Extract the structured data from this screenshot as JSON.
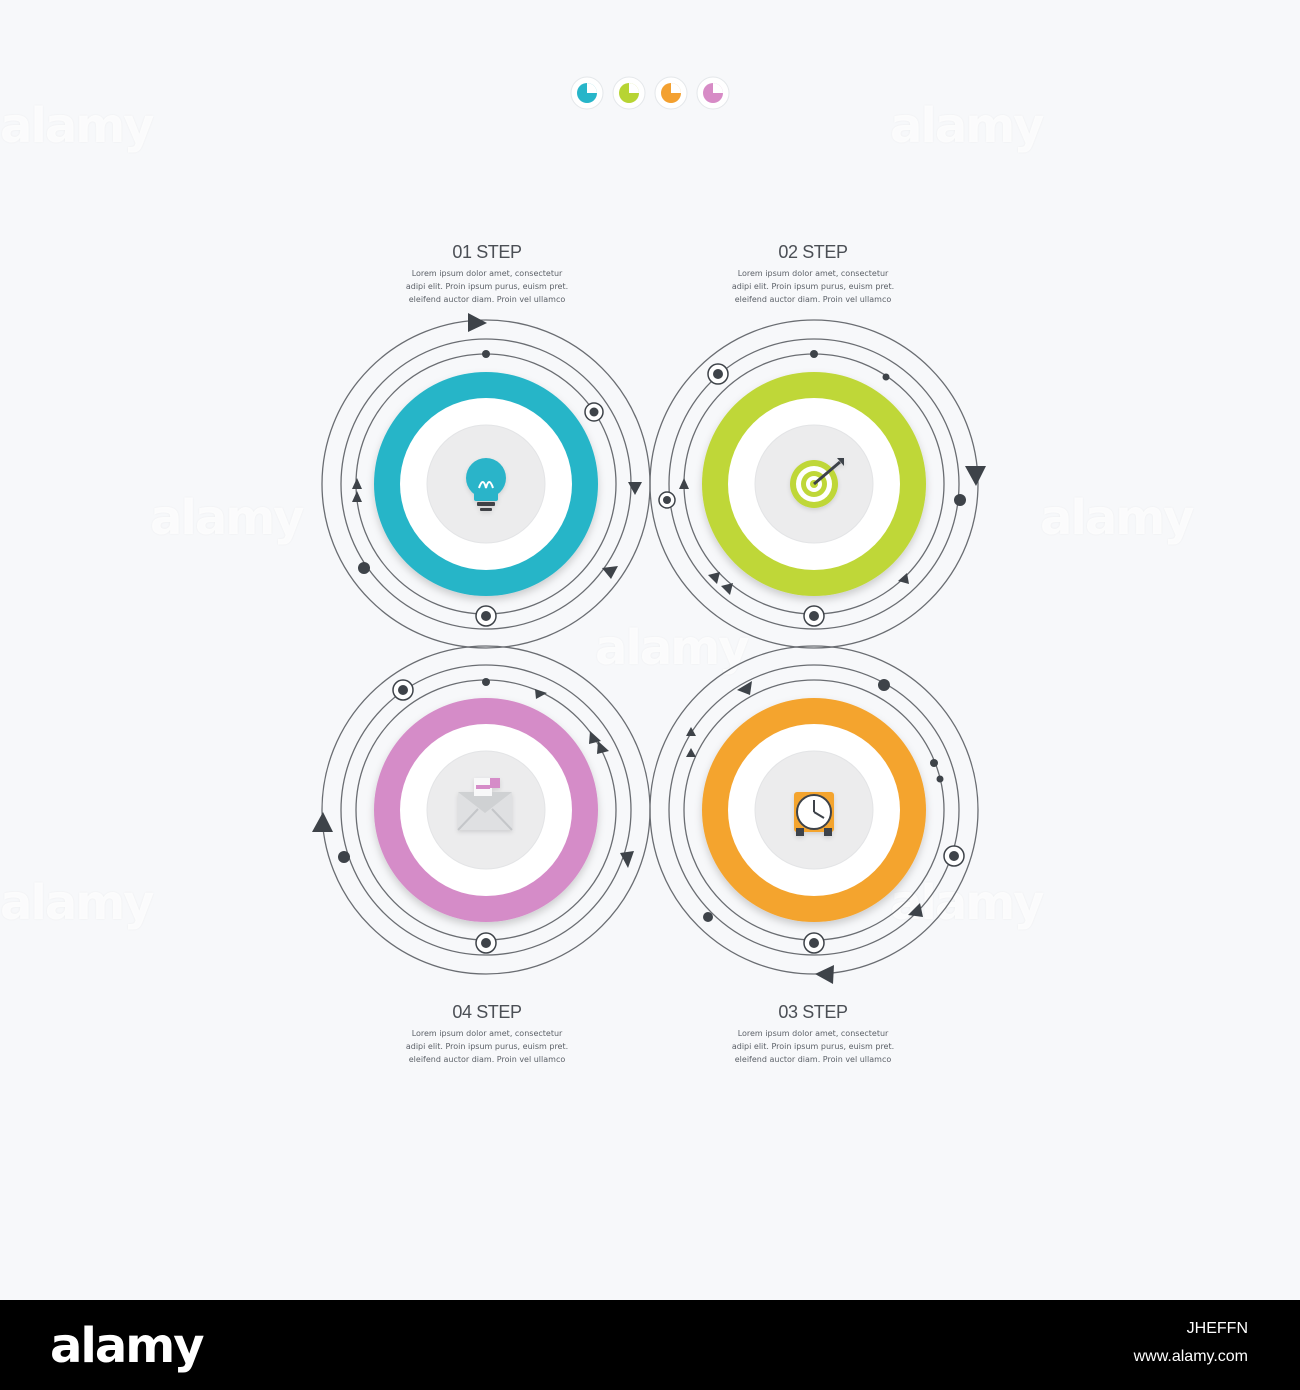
{
  "legend": {
    "colors": [
      "#27b5c9",
      "#b7d433",
      "#f3a030",
      "#d78bc6"
    ]
  },
  "steps": [
    {
      "title": "01 STEP",
      "text": [
        "Lorem ipsum dolor amet, consectetur",
        "adipi elit. Proin ipsum purus, euism pret.",
        "eleifend auctor diam. Proin vel ullamco"
      ],
      "color": "#28b5c8",
      "icon": "lightbulb-icon"
    },
    {
      "title": "02 STEP",
      "text": [
        "Lorem ipsum dolor amet, consectetur",
        "adipi elit. Proin ipsum purus, euism pret.",
        "eleifend auctor diam. Proin vel ullamco"
      ],
      "color": "#bfd737",
      "icon": "target-icon"
    },
    {
      "title": "03 STEP",
      "text": [
        "Lorem ipsum dolor amet, consectetur",
        "adipi elit. Proin ipsum purus, euism pret.",
        "eleifend auctor diam. Proin vel ullamco"
      ],
      "color": "#f4a42f",
      "icon": "clock-icon"
    },
    {
      "title": "04 STEP",
      "text": [
        "Lorem ipsum dolor amet, consectetur",
        "adipi elit. Proin ipsum purus, euism pret.",
        "eleifend auctor diam. Proin vel ullamco"
      ],
      "color": "#d58cc8",
      "icon": "mail-icon"
    }
  ],
  "watermark": "alamy",
  "footer": {
    "logo": "alamy",
    "image_id": "JHEFFN",
    "url": "www.alamy.com"
  }
}
